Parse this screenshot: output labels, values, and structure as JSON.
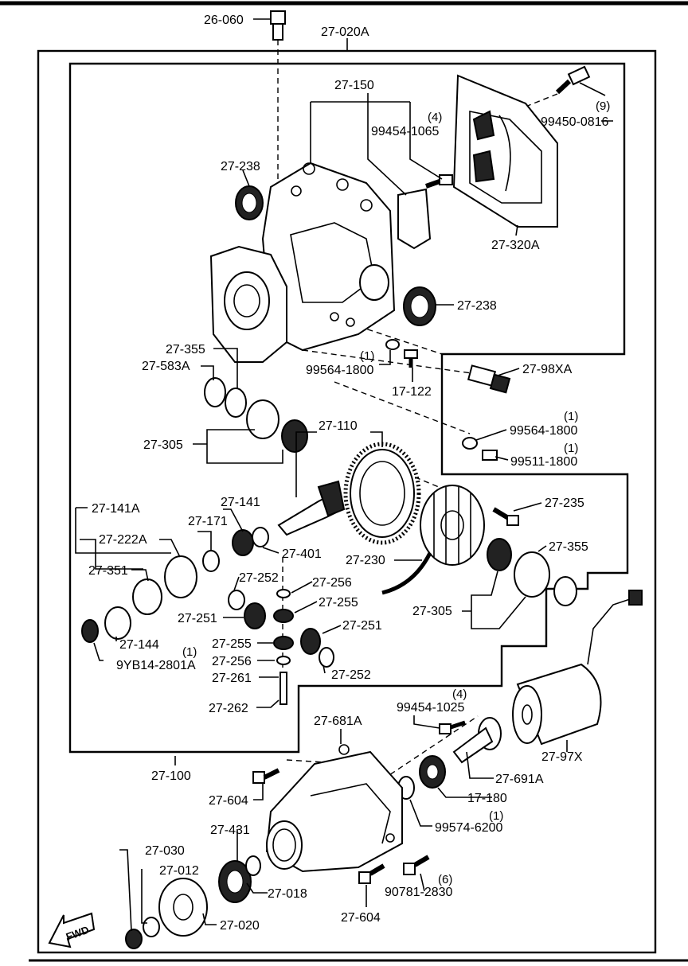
{
  "labels": {
    "26_060": "26-060",
    "27_020A": "27-020A",
    "27_150": "27-150",
    "qty_4a": "(4)",
    "99454_1065": "99454-1065",
    "qty_9": "(9)",
    "99450_0816": "99450-0816",
    "27_238_top": "27-238",
    "27_238_right": "27-238",
    "27_320A": "27-320A",
    "27_355_left": "27-355",
    "27_583A": "27-583A",
    "qty_1a": "(1)",
    "99564_1800_a": "99564-1800",
    "17_122": "17-122",
    "27_98XA": "27-98XA",
    "qty_1b": "(1)",
    "99564_1800_b": "99564-1800",
    "qty_1c": "(1)",
    "99511_1800": "99511-1800",
    "27_305_left": "27-305",
    "27_110": "27-110",
    "27_141A": "27-141A",
    "27_141": "27-141",
    "27_171": "27-171",
    "27_222A": "27-222A",
    "27_401": "27-401",
    "27_235": "27-235",
    "27_230": "27-230",
    "27_355_right": "27-355",
    "27_351": "27-351",
    "27_252_top": "27-252",
    "27_256_top": "27-256",
    "27_255_top": "27-255",
    "27_251_left": "27-251",
    "27_305_right": "27-305",
    "27_144": "27-144",
    "qty_1d": "(1)",
    "9YB14_2801A": "9YB14-2801A",
    "27_255_bottom": "27-255",
    "27_251_right": "27-251",
    "27_256_bottom": "27-256",
    "27_252_bottom": "27-252",
    "27_261": "27-261",
    "27_262": "27-262",
    "qty_4b": "(4)",
    "99454_1025": "99454-1025",
    "27_681A": "27-681A",
    "27_97X": "27-97X",
    "27_100": "27-100",
    "27_691A": "27-691A",
    "27_604_top": "27-604",
    "17_180": "17-180",
    "qty_1e": "(1)",
    "99574_6200": "99574-6200",
    "27_431": "27-431",
    "27_030": "27-030",
    "27_012": "27-012",
    "27_018": "27-018",
    "qty_6": "(6)",
    "90781_2830": "90781-2830",
    "27_020": "27-020",
    "27_604_bottom": "27-604",
    "fwd": "FWD"
  }
}
